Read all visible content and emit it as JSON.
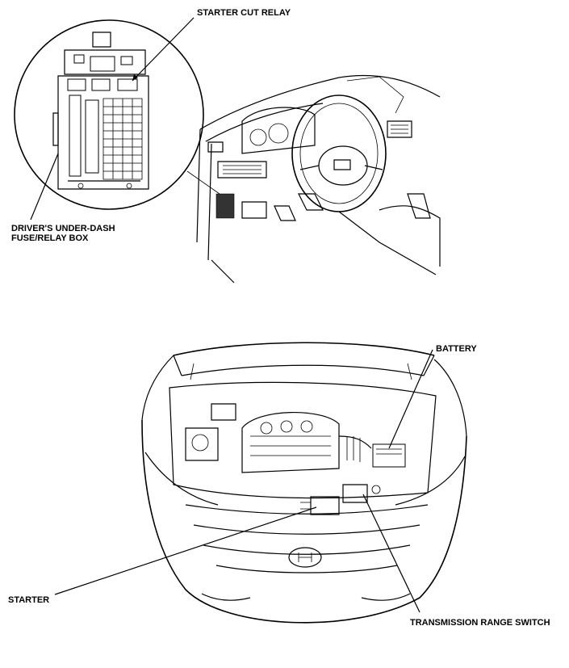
{
  "labels": {
    "starter_cut_relay": "STARTER CUT RELAY",
    "fuse_box_line1": "DRIVER'S UNDER-DASH",
    "fuse_box_line2": "FUSE/RELAY BOX",
    "battery": "BATTERY",
    "starter": "STARTER",
    "transmission_range_switch": "TRANSMISSION RANGE SWITCH"
  },
  "colors": {
    "line": "#000000",
    "background": "#ffffff"
  }
}
